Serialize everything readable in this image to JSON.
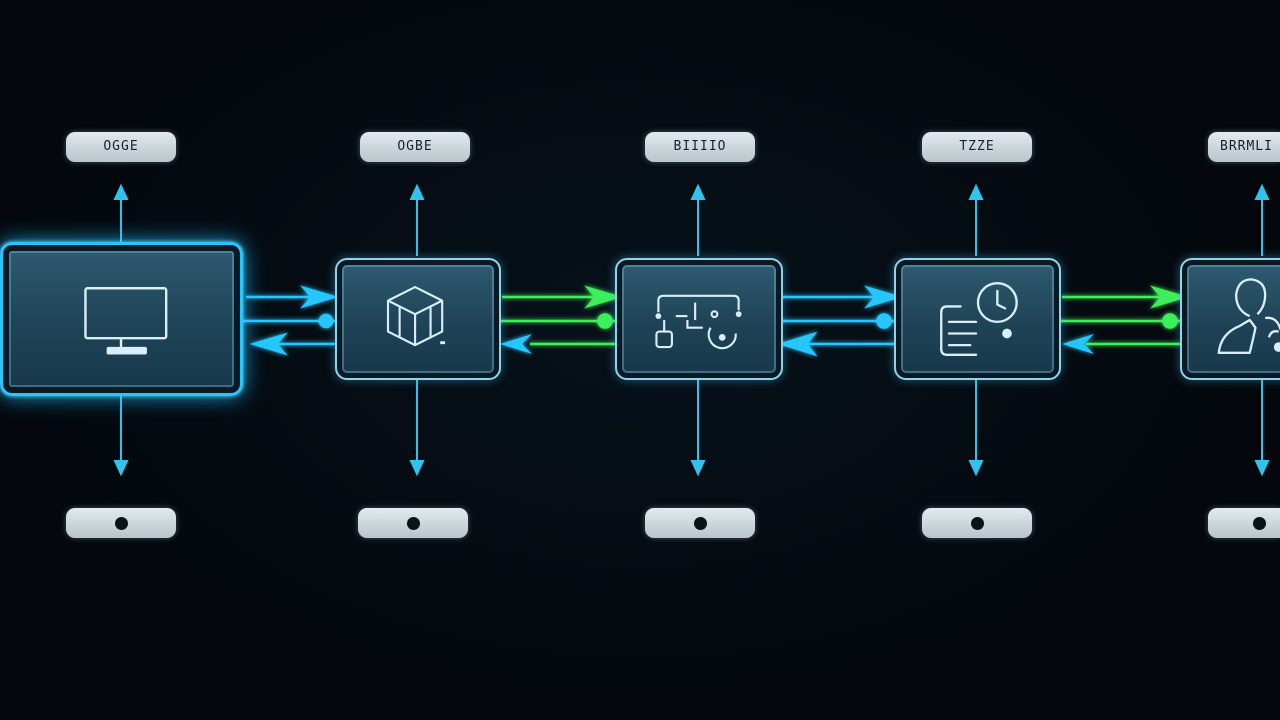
{
  "diagram": {
    "stages": [
      {
        "label": "OGGE",
        "icon": "monitor-icon"
      },
      {
        "label": "OGBE",
        "icon": "cube-icon"
      },
      {
        "label": "BIIIIO",
        "icon": "flowchart-icon"
      },
      {
        "label": "TZZE",
        "icon": "clock-document-icon"
      },
      {
        "label": "BRRMLI",
        "icon": "users-icon"
      }
    ],
    "colors": {
      "background": "#04080d",
      "cyan_accent": "#26c6ff",
      "green_accent": "#3cf05a",
      "node_fill": "#1f4356",
      "pill_fill": "#c9d4d9"
    }
  }
}
